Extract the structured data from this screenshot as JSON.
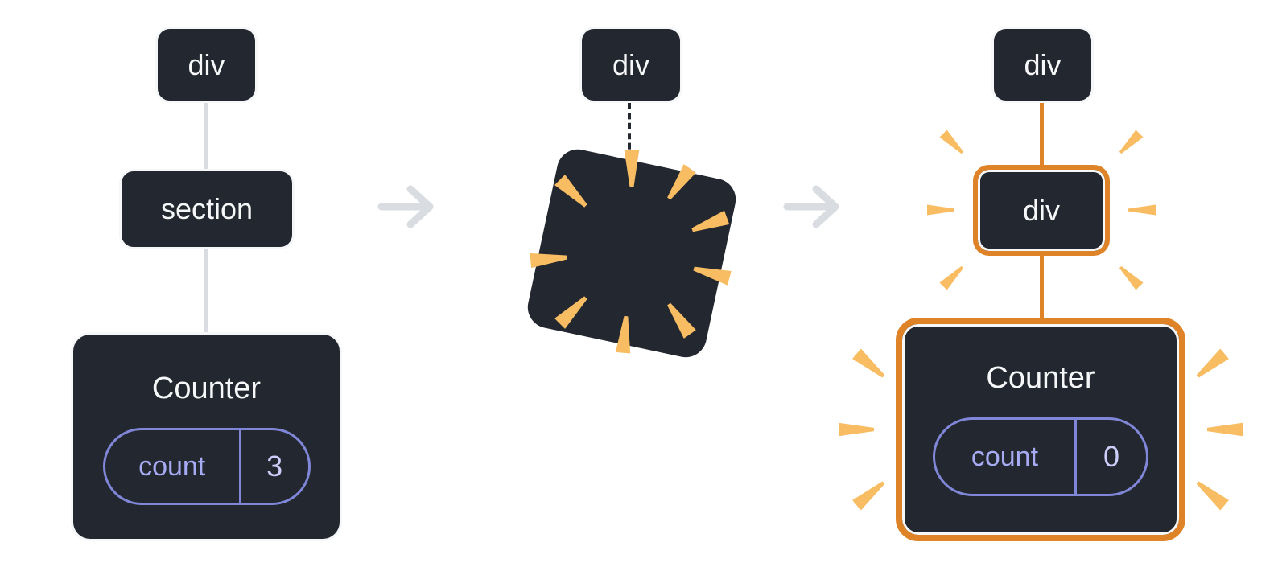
{
  "colors": {
    "canvas_bg": "#ffffff",
    "node_fill": "#23272F",
    "node_border": "#F6F7F9",
    "connector": "#D9DCE1",
    "arrow": "#D9DCE1",
    "dashed": "#23272F",
    "accent_orange": "#DF8328",
    "spark": "#F8BC63",
    "state_border": "#8087D8",
    "state_key_text": "#A6ABF3",
    "state_value_text": "#CBCEF8",
    "label_text": "#F6F7F9"
  },
  "before": {
    "root_label": "div",
    "child_label": "section",
    "component": {
      "title": "Counter",
      "state_key": "count",
      "state_value": "3"
    }
  },
  "during": {
    "root_label": "div"
  },
  "after": {
    "root_label": "div",
    "child_label": "div",
    "component": {
      "title": "Counter",
      "state_key": "count",
      "state_value": "0"
    }
  }
}
